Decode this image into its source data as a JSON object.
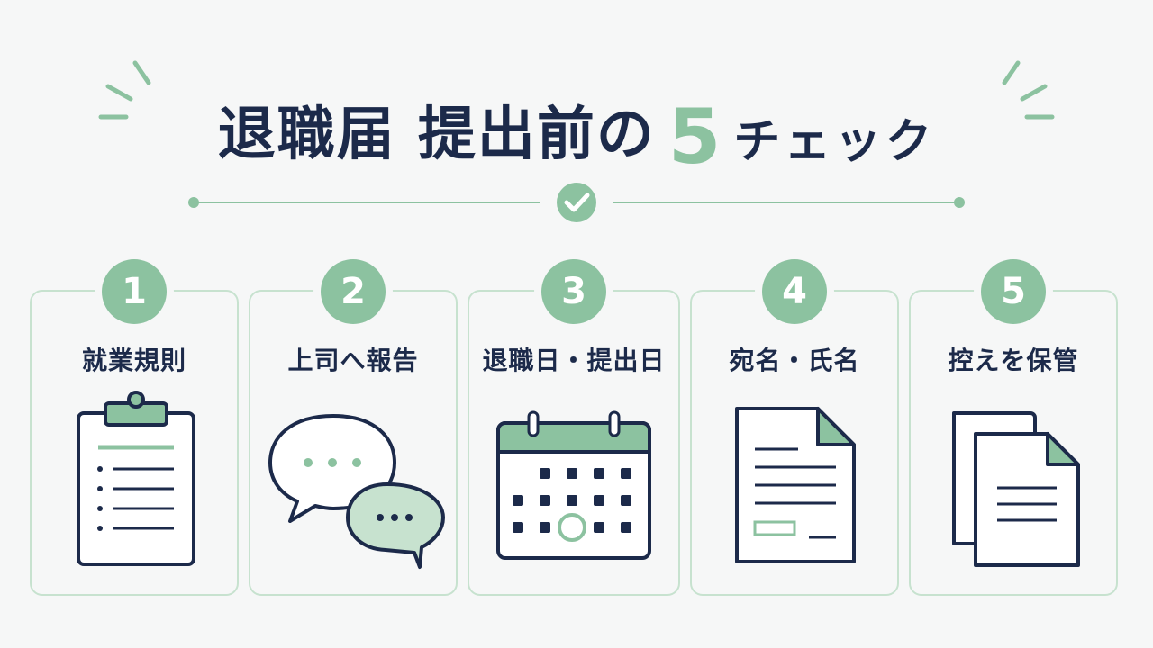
{
  "header": {
    "title_main": "退職届 提出前の",
    "title_number": "5",
    "title_tail": "チェック"
  },
  "items": [
    {
      "number": "1",
      "label": "就業規則",
      "icon": "clipboard-icon"
    },
    {
      "number": "2",
      "label": "上司へ報告",
      "icon": "speech-bubbles-icon"
    },
    {
      "number": "3",
      "label": "退職日・提出日",
      "icon": "calendar-icon"
    },
    {
      "number": "4",
      "label": "宛名・氏名",
      "icon": "document-icon"
    },
    {
      "number": "5",
      "label": "控えを保管",
      "icon": "document-copies-icon"
    }
  ],
  "colors": {
    "navy": "#1c2a4a",
    "green": "#8cc2a0",
    "light_green": "#c7e2cf",
    "background": "#f6f7f7"
  }
}
